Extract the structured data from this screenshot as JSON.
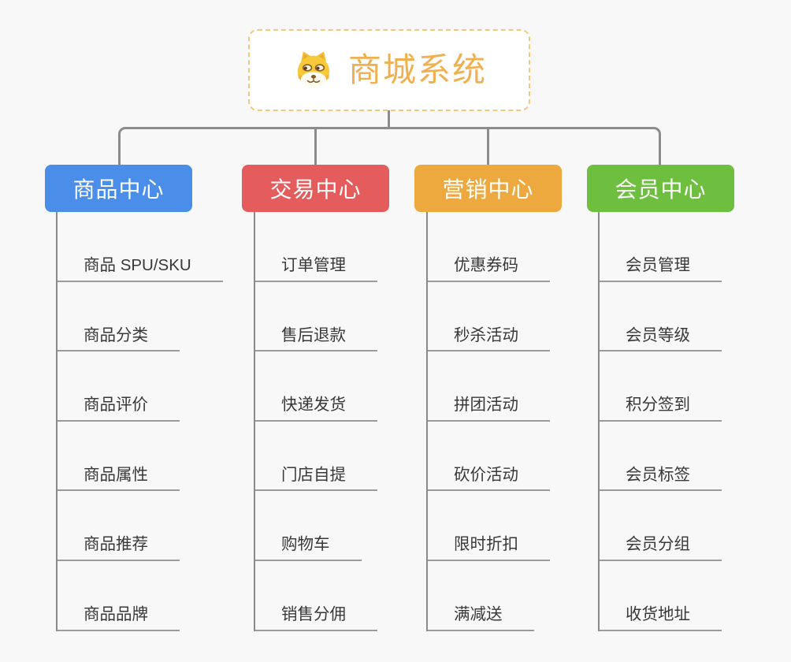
{
  "root": {
    "title": "商城系统",
    "icon": "shiba-dog-icon"
  },
  "branches": [
    {
      "id": "product-center",
      "label": "商品中心",
      "color": "#4a8ee9",
      "items": [
        "商品 SPU/SKU",
        "商品分类",
        "商品评价",
        "商品属性",
        "商品推荐",
        "商品品牌"
      ]
    },
    {
      "id": "trade-center",
      "label": "交易中心",
      "color": "#e45c5c",
      "items": [
        "订单管理",
        "售后退款",
        "快递发货",
        "门店自提",
        "购物车",
        "销售分佣"
      ]
    },
    {
      "id": "marketing-center",
      "label": "营销中心",
      "color": "#eea93e",
      "items": [
        "优惠券码",
        "秒杀活动",
        "拼团活动",
        "砍价活动",
        "限时折扣",
        "满减送"
      ]
    },
    {
      "id": "member-center",
      "label": "会员中心",
      "color": "#6ebe3f",
      "items": [
        "会员管理",
        "会员等级",
        "积分签到",
        "会员标签",
        "会员分组",
        "收货地址"
      ]
    }
  ],
  "colors": {
    "background": "#f8f8f8",
    "connector": "#8c8c8c",
    "spine": "#8a8a8a",
    "underline": "#9c9c9c",
    "root_text": "#f0b050",
    "root_border": "#f2c87e",
    "item_text": "#383838"
  }
}
